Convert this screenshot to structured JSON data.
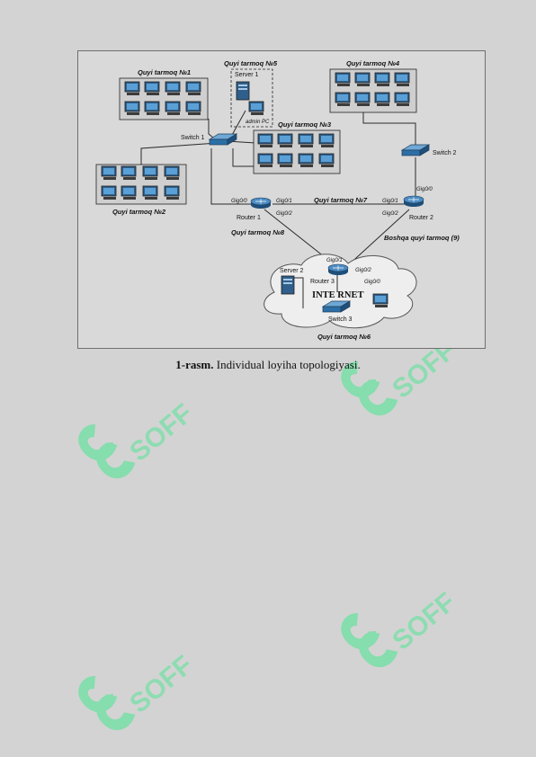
{
  "watermark": {
    "text": "SOFF",
    "color": "#6fe0a2"
  },
  "figure": {
    "subnets": {
      "s1": "Quyi tarmoq №1",
      "s2": "Quyi tarmoq №2",
      "s3": "Quyi tarmoq №3",
      "s4": "Quyi tarmoq №4",
      "s5": "Quyi tarmoq №5",
      "s6": "Quyi tarmoq №6",
      "s7": "Quyi tarmoq №7",
      "s8": "Quyi tarmoq №8",
      "s9": "Boshqa quyi tarmoq (9)"
    },
    "devices": {
      "switch1": "Switch 1",
      "switch2": "Switch 2",
      "switch3": "Switch 3",
      "router1": "Router 1",
      "router2": "Router 2",
      "router3": "Router 3",
      "server1": "Server 1",
      "server2": "Server 2",
      "admin_pc": "admin PC"
    },
    "ports": {
      "r1_g00": "Gig0/0",
      "r1_g01": "Gig0/1",
      "r1_g02": "Gig0/2",
      "r2_g00": "Gig0/0",
      "r2_g01": "Gig0/1",
      "r2_g02": "Gig0/2",
      "r3_g00": "Gig0/0",
      "r3_g01": "Gig0/1",
      "r3_g02": "Gig0/2"
    },
    "internet_label": "INTE RNET"
  },
  "caption": {
    "bold": "1-rasm.",
    "text": " Individual loyiha topologiyasi."
  }
}
